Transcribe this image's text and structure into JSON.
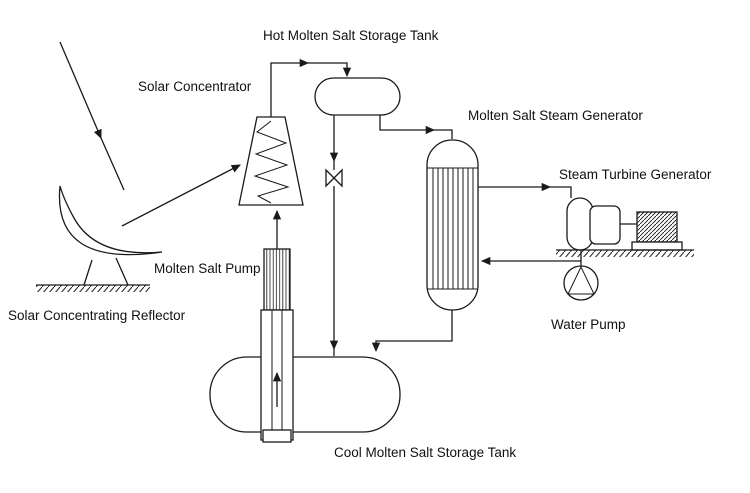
{
  "diagram": {
    "type": "process-flow-schematic",
    "subject": "molten salt solar thermal power plant",
    "colors": {
      "background": "#ffffff",
      "line": "#1a1a1a",
      "text": "#111111"
    },
    "labels": {
      "hot_tank": "Hot Molten Salt Storage Tank",
      "solar_concentrator": "Solar Concentrator",
      "steam_generator": "Molten Salt Steam Generator",
      "steam_turbine": "Steam Turbine Generator",
      "molten_salt_pump": "Molten Salt Pump",
      "reflector": "Solar Concentrating Reflector",
      "water_pump": "Water Pump",
      "cool_tank": "Cool Molten Salt Storage Tank"
    }
  }
}
